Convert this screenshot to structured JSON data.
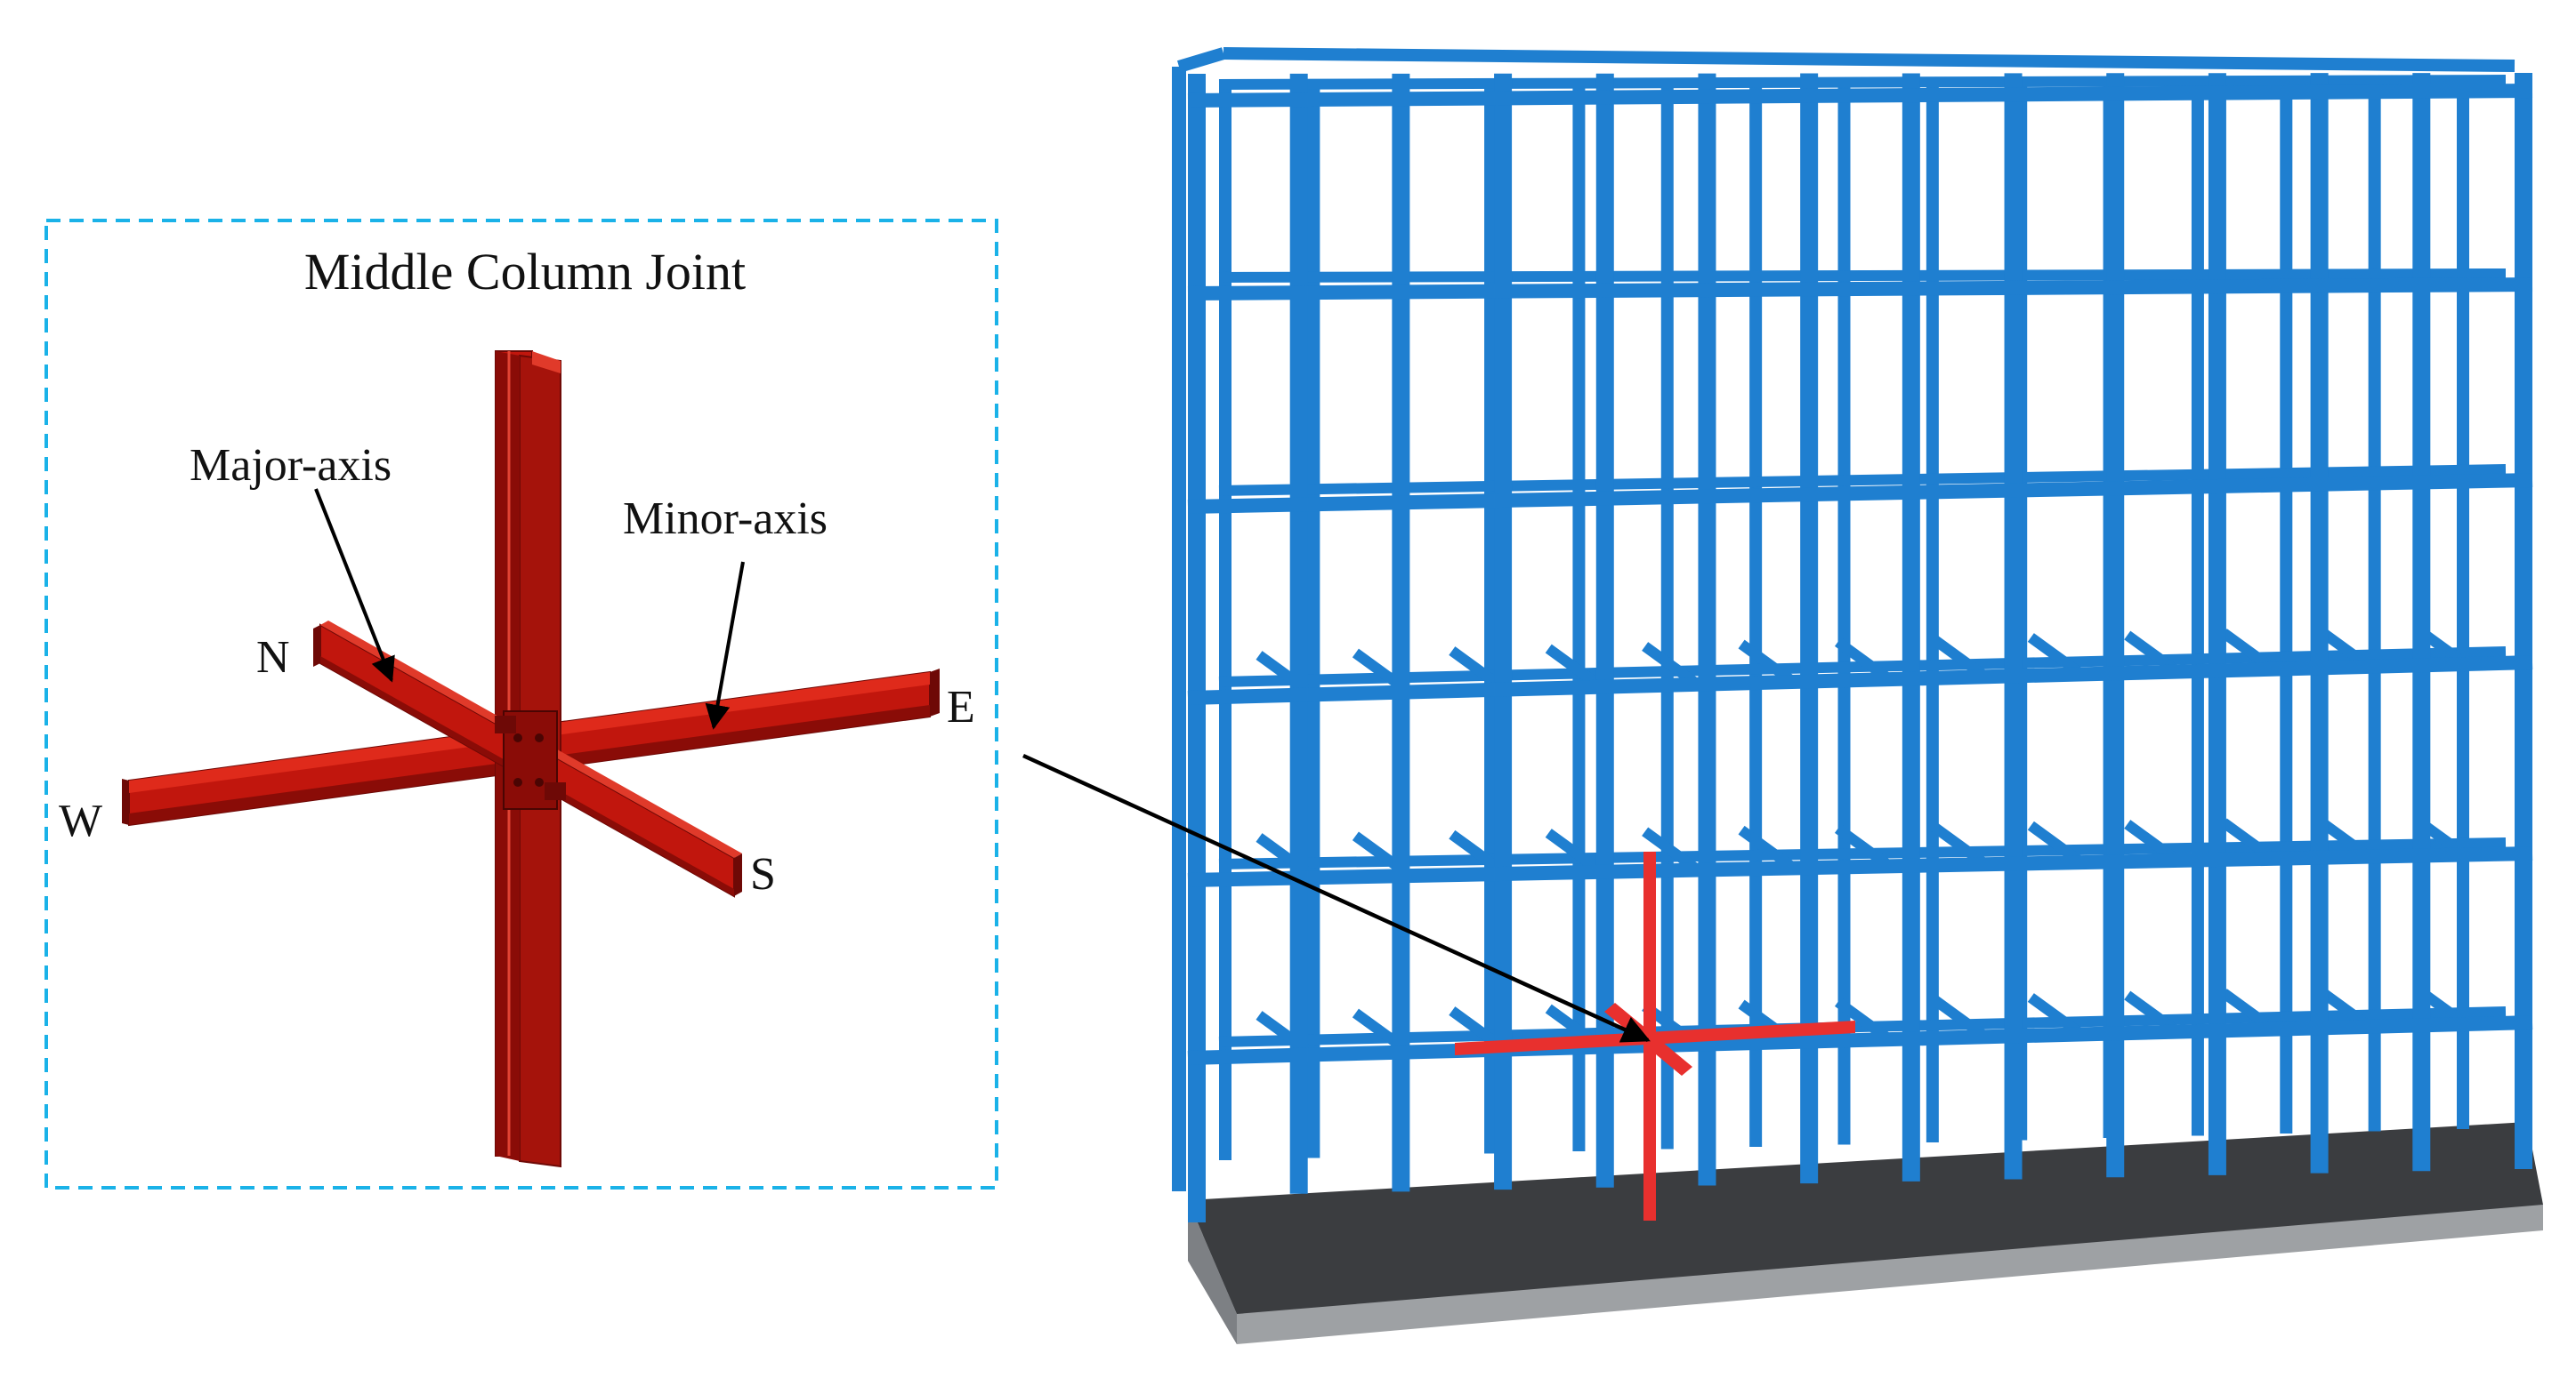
{
  "detail": {
    "title": "Middle Column Joint",
    "major_axis_label": "Major-axis",
    "minor_axis_label": "Minor-axis",
    "dir_n": "N",
    "dir_e": "E",
    "dir_s": "S",
    "dir_w": "W"
  },
  "colors": {
    "frame": "#1f7fd0",
    "frame_highlight": "#e8302e",
    "joint": "#c1160d",
    "joint_dark": "#8a0c07",
    "base_top": "#3b3d40",
    "base_side": "#9ea1a4",
    "inset_border": "#1ab2e8",
    "text": "#111111",
    "leader": "#000000"
  }
}
